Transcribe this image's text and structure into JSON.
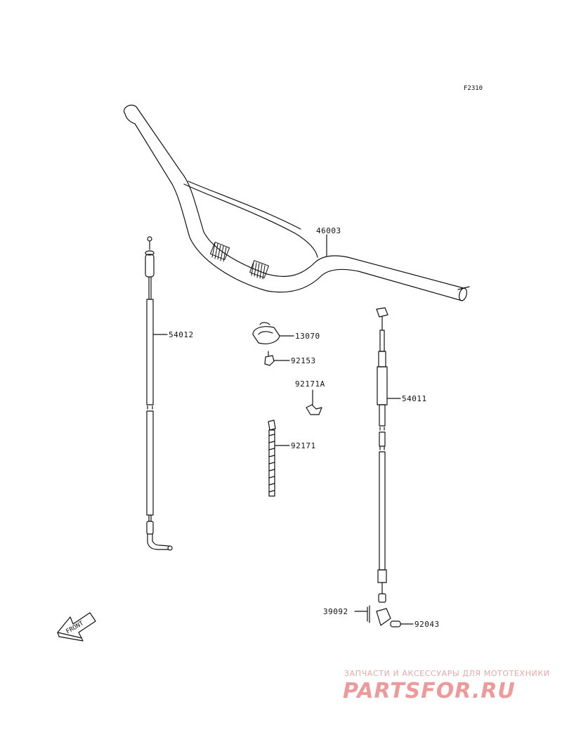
{
  "figure_code": "F2310",
  "parts": [
    {
      "number": "46003"
    },
    {
      "number": "54012"
    },
    {
      "number": "13070"
    },
    {
      "number": "92153"
    },
    {
      "number": "92171A"
    },
    {
      "number": "54011"
    },
    {
      "number": "92171"
    },
    {
      "number": "39092"
    },
    {
      "number": "92043"
    }
  ],
  "front_arrow_text": "FRONT",
  "watermark": {
    "tagline": "ЗАПЧАСТИ И АКСЕССУАРЫ ДЛЯ МОТОТЕХНИКИ",
    "logo": "PARTSFOR.RU"
  },
  "colors": {
    "line": "#111111",
    "watermark": "#ef9a9a"
  }
}
